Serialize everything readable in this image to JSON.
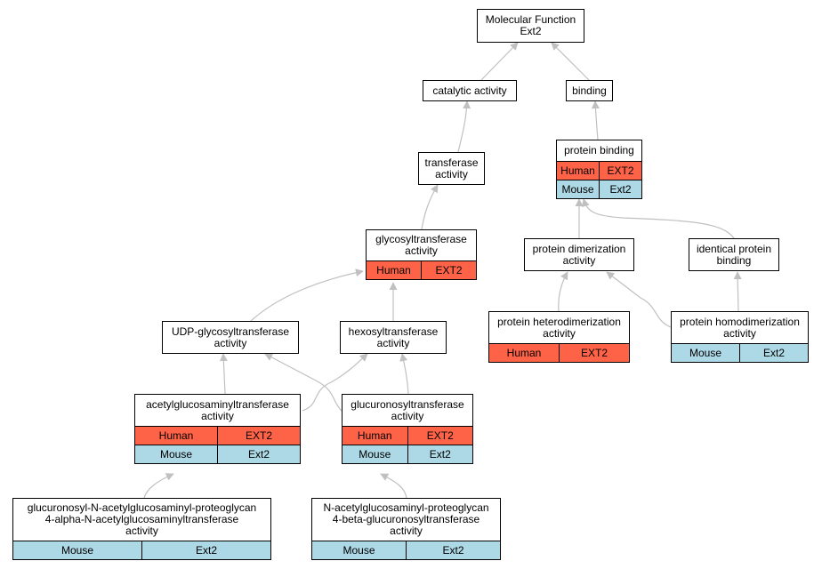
{
  "colors": {
    "human": "#ff6347",
    "mouse": "#add8e6",
    "edge": "#c0c0c0"
  },
  "nodes": {
    "molecular_function": {
      "lines": [
        "Molecular Function",
        "Ext2"
      ],
      "rows": []
    },
    "catalytic_activity": {
      "lines": [
        "catalytic activity"
      ],
      "rows": []
    },
    "binding": {
      "lines": [
        "binding"
      ],
      "rows": []
    },
    "transferase_activity": {
      "lines": [
        "transferase",
        "activity"
      ],
      "rows": []
    },
    "protein_binding": {
      "lines": [
        "protein binding"
      ],
      "rows": [
        {
          "species": "Human",
          "gene": "EXT2"
        },
        {
          "species": "Mouse",
          "gene": "Ext2"
        }
      ]
    },
    "glycosyltransferase_activity": {
      "lines": [
        "glycosyltransferase",
        "activity"
      ],
      "rows": [
        {
          "species": "Human",
          "gene": "EXT2"
        }
      ]
    },
    "protein_dimerization_activity": {
      "lines": [
        "protein dimerization",
        "activity"
      ],
      "rows": []
    },
    "identical_protein_binding": {
      "lines": [
        "identical protein",
        "binding"
      ],
      "rows": []
    },
    "udp_glycosyltransferase_activity": {
      "lines": [
        "UDP-glycosyltransferase",
        "activity"
      ],
      "rows": []
    },
    "hexosyltransferase_activity": {
      "lines": [
        "hexosyltransferase",
        "activity"
      ],
      "rows": []
    },
    "protein_heterodimerization_activity": {
      "lines": [
        "protein heterodimerization",
        "activity"
      ],
      "rows": [
        {
          "species": "Human",
          "gene": "EXT2"
        }
      ]
    },
    "protein_homodimerization_activity": {
      "lines": [
        "protein homodimerization",
        "activity"
      ],
      "rows": [
        {
          "species": "Mouse",
          "gene": "Ext2"
        }
      ]
    },
    "acetylglucosaminyltransferase_activity": {
      "lines": [
        "acetylglucosaminyltransferase",
        "activity"
      ],
      "rows": [
        {
          "species": "Human",
          "gene": "EXT2"
        },
        {
          "species": "Mouse",
          "gene": "Ext2"
        }
      ]
    },
    "glucuronosyltransferase_activity": {
      "lines": [
        "glucuronosyltransferase",
        "activity"
      ],
      "rows": [
        {
          "species": "Human",
          "gene": "EXT2"
        },
        {
          "species": "Mouse",
          "gene": "Ext2"
        }
      ]
    },
    "glucuronosyl_4alpha_activity": {
      "lines": [
        "glucuronosyl-N-acetylglucosaminyl-proteoglycan",
        "4-alpha-N-acetylglucosaminyltransferase",
        "activity"
      ],
      "rows": [
        {
          "species": "Mouse",
          "gene": "Ext2"
        }
      ]
    },
    "acetylglucosaminyl_4beta_activity": {
      "lines": [
        "N-acetylglucosaminyl-proteoglycan",
        "4-beta-glucuronosyltransferase",
        "activity"
      ],
      "rows": [
        {
          "species": "Mouse",
          "gene": "Ext2"
        }
      ]
    }
  }
}
